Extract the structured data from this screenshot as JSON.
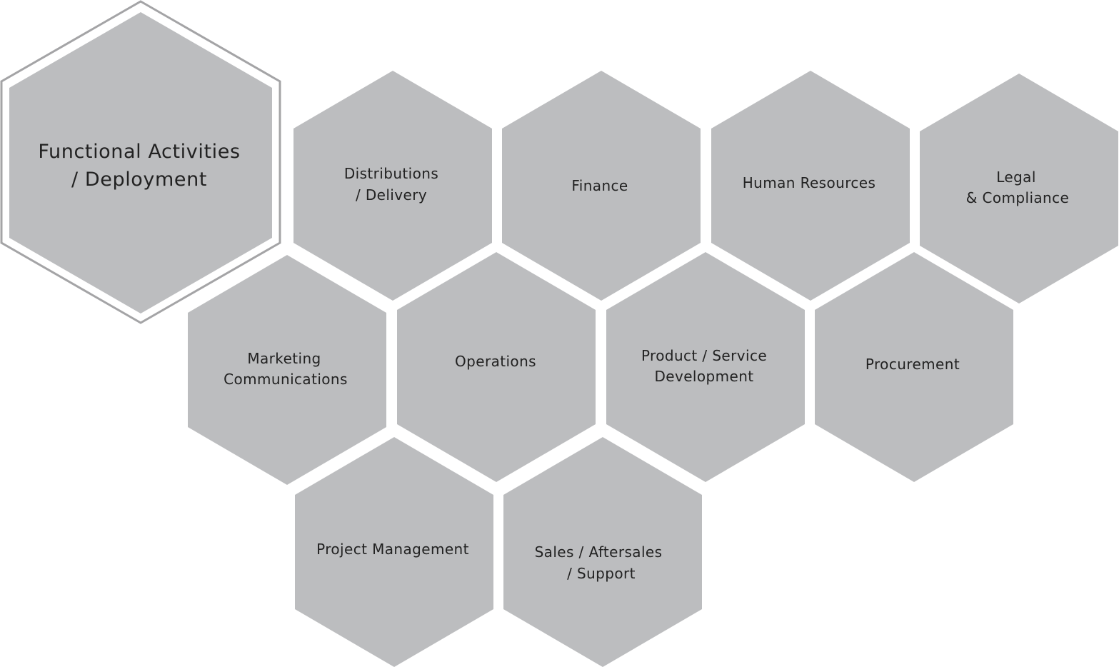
{
  "main_hexagon": {
    "line1": "Functional Activities",
    "line2": "/ Deployment"
  },
  "hexagons": [
    {
      "line1": "Distributions",
      "line2": "/ Delivery"
    },
    {
      "line1": "Finance",
      "line2": ""
    },
    {
      "line1": "Human Resources",
      "line2": ""
    },
    {
      "line1": "Legal",
      "line2": "& Compliance"
    },
    {
      "line1": "Marketing",
      "line2": "Communications"
    },
    {
      "line1": "Operations",
      "line2": ""
    },
    {
      "line1": "Product / Service",
      "line2": "Development"
    },
    {
      "line1": "Procurement",
      "line2": ""
    },
    {
      "line1": "Project Management",
      "line2": ""
    },
    {
      "line1": "Sales / Aftersales",
      "line2": "/ Support"
    }
  ],
  "colors": {
    "hex_fill": "#bcbdbf",
    "outline": "#a4a4a6",
    "text": "#222222",
    "background": "#ffffff"
  }
}
